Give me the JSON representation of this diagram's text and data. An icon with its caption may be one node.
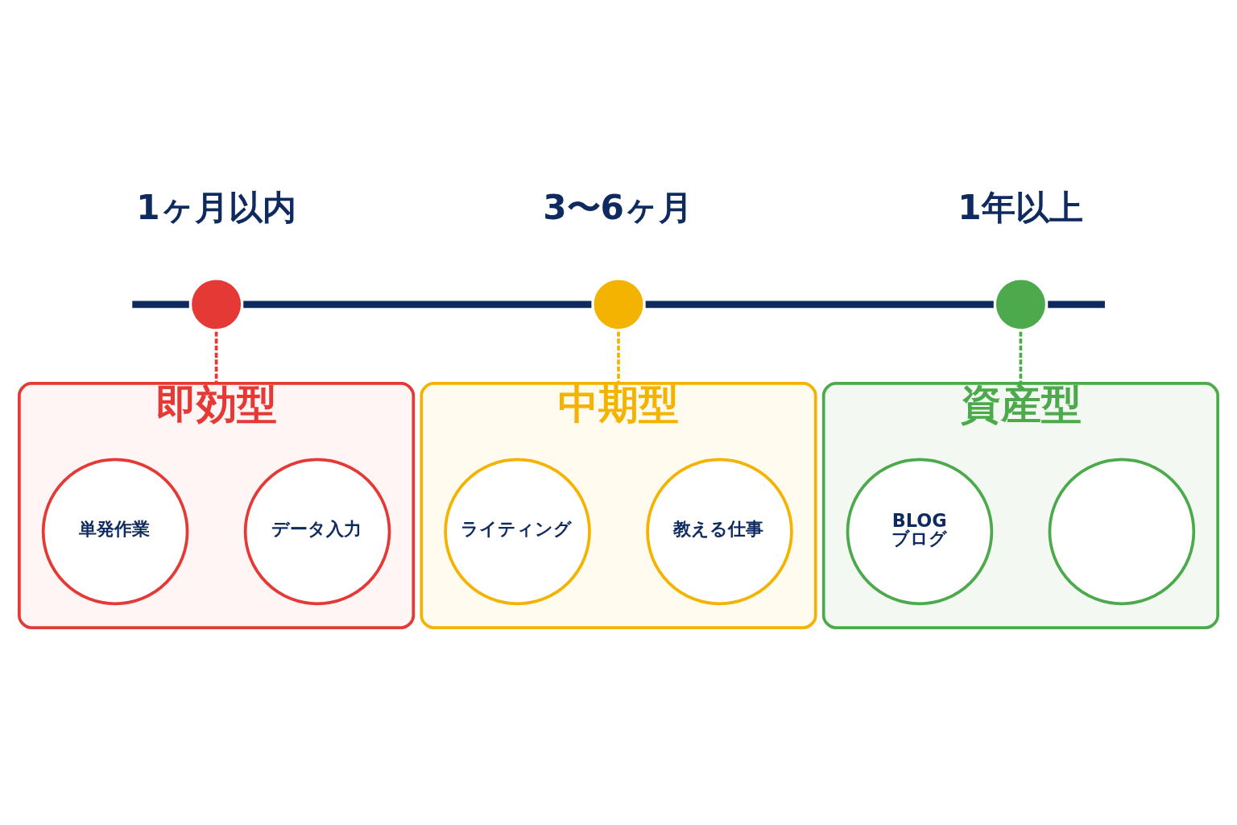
{
  "diagram": {
    "nodes": [
      {
        "text": [],
        "shape": "circle",
        "beside": [
          "1ヶ月以内"
        ]
      },
      {
        "text": [],
        "shape": "circle",
        "beside": [
          "3〜6ヶ月"
        ]
      },
      {
        "text": [],
        "shape": "circle",
        "beside": [
          "1年以上"
        ]
      },
      {
        "text": [
          "即効型"
        ]
      },
      {
        "text": [
          "単発作業"
        ],
        "in": 3
      },
      {
        "text": [
          "データ入力"
        ],
        "in": 3
      },
      {
        "text": [
          "中期型"
        ]
      },
      {
        "text": [
          "ライティング"
        ],
        "in": 6
      },
      {
        "text": [
          "教える仕事"
        ],
        "in": 6
      },
      {
        "text": [
          "資産型"
        ]
      },
      {
        "text": [
          "BLOG",
          "ブログ"
        ],
        "in": 9
      },
      {
        "text": [],
        "shape": "circle",
        "in": 9
      }
    ],
    "edges": [
      {
        "from": null,
        "to": 0,
        "arrow": "none"
      },
      {
        "from": 0,
        "to": 1,
        "arrow": "none"
      },
      {
        "from": 1,
        "to": 2,
        "arrow": "none"
      },
      {
        "from": 2,
        "to": null,
        "arrow": "none"
      },
      {
        "from": 0,
        "to": 3,
        "arrow": "none",
        "style": "dashed",
        "color": "#e53935"
      },
      {
        "from": 1,
        "to": 6,
        "arrow": "none",
        "style": "dashed",
        "color": "#f5b301"
      },
      {
        "from": 2,
        "to": 9,
        "arrow": "none",
        "style": "dashed",
        "color": "#4caa4c"
      }
    ]
  }
}
